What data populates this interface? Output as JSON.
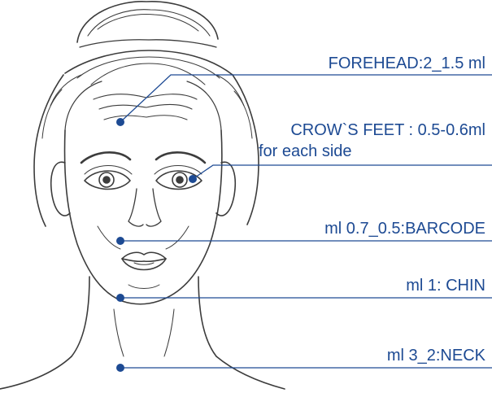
{
  "diagram": {
    "colors": {
      "accent": "#1d4a93",
      "lineart": "#3c3c3c",
      "background": "#ffffff"
    },
    "labels": {
      "forehead": "FOREHEAD:2_1.5 ml",
      "crows_feet_1": "CROW`S FEET : 0.5-0.6ml",
      "crows_feet_2": "for each side",
      "barcode": "ml 0.7_0.5:BARCODE",
      "chin": "ml 1: CHIN",
      "neck": "ml 3_2:NECK"
    }
  }
}
